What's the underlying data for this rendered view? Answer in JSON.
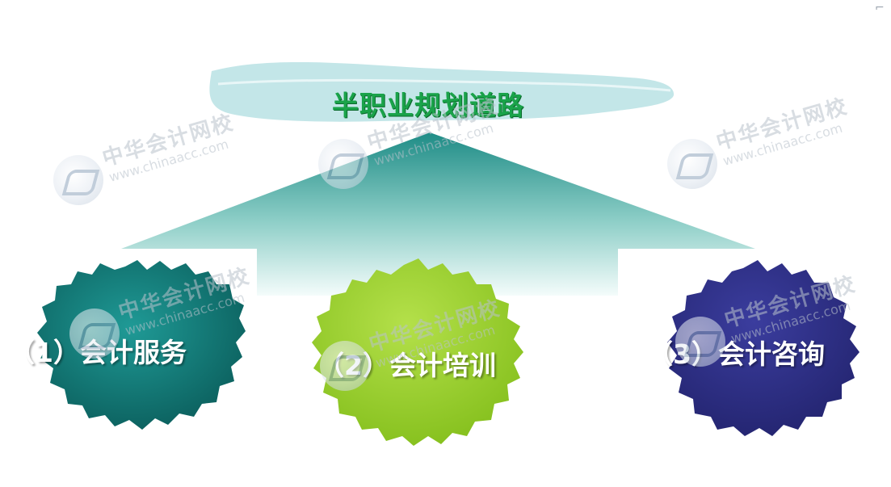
{
  "title": "半职业规划道路",
  "branches": [
    {
      "label": "（1）会计服务",
      "color": "#137a78"
    },
    {
      "label": "（2）会计培训",
      "color": "#98d12a"
    },
    {
      "label": "（3）会计咨询",
      "color": "#2e2f86"
    }
  ],
  "watermark": {
    "brand_cn": "中华会计网校",
    "brand_en": "www.chinaacc.com",
    "icon": "chinaacc-logo-icon"
  },
  "colors": {
    "title_text": "#1aa34a",
    "title_brush": "#bfe3e6",
    "arrow_top": "#1e8c86",
    "arrow_bottom": "#f2fbfa"
  }
}
